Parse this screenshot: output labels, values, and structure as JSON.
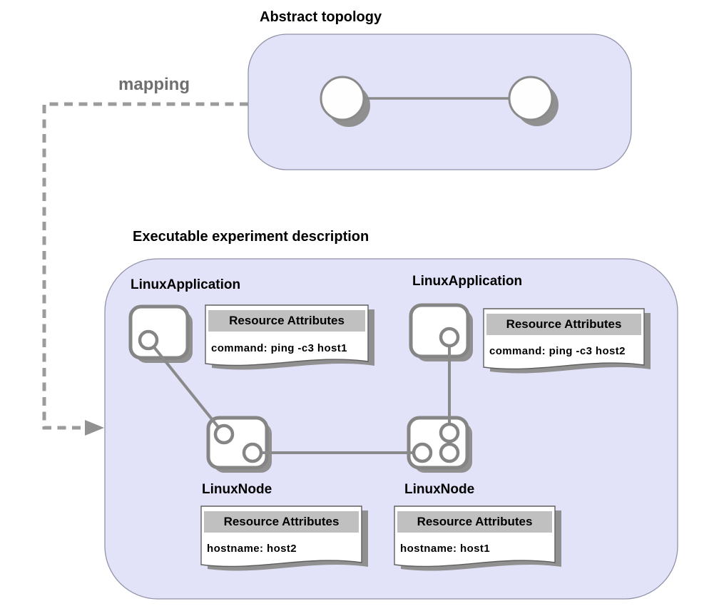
{
  "abstract_topology": {
    "title": "Abstract topology"
  },
  "mapping": {
    "label": "mapping"
  },
  "experiment": {
    "title": "Executable experiment description",
    "applications": [
      {
        "label": "LinuxApplication",
        "attributes": {
          "header": "Resource Attributes",
          "line": "command: ping -c3 host1"
        }
      },
      {
        "label": "LinuxApplication",
        "attributes": {
          "header": "Resource Attributes",
          "line": "command: ping -c3 host2"
        }
      }
    ],
    "nodes": [
      {
        "label": "LinuxNode",
        "attributes": {
          "header": "Resource Attributes",
          "line": "hostname: host2"
        }
      },
      {
        "label": "LinuxNode",
        "attributes": {
          "header": "Resource Attributes",
          "line": "hostname: host1"
        }
      }
    ]
  },
  "colors": {
    "panel_fill": "#e2e2f8",
    "panel_border": "#9191a8",
    "shape_gray": "#858585",
    "shadow_gray": "#909090",
    "note_header_fill": "#c0c0c0",
    "dash_gray": "#9b9b9b",
    "mapping_text_gray": "#6f6f6f",
    "text": "#000000"
  }
}
